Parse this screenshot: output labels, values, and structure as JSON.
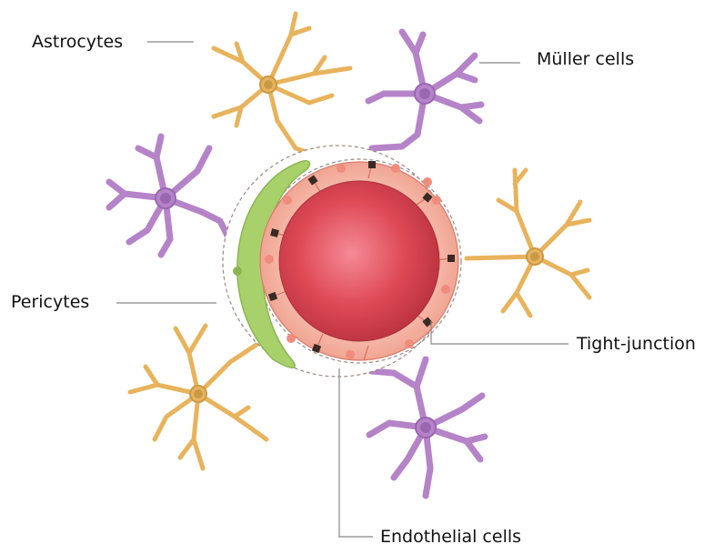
{
  "labels": {
    "astrocytes": "Astrocytes",
    "muller_cells": "Müller cells",
    "pericytes": "Pericytes",
    "tight_junction": "Tight-junction",
    "endothelial_cells": "Endothelial cells"
  },
  "colors": {
    "astrocyte": "#e8b35c",
    "astrocyte_outline": "#c99a45",
    "muller": "#b583c8",
    "muller_outline": "#9a66b0",
    "pericyte": "#a9d16b",
    "endothelium": "#f2a999",
    "lumen": "#d7404c",
    "junction": "#3a2a24",
    "leader": "#888888"
  }
}
